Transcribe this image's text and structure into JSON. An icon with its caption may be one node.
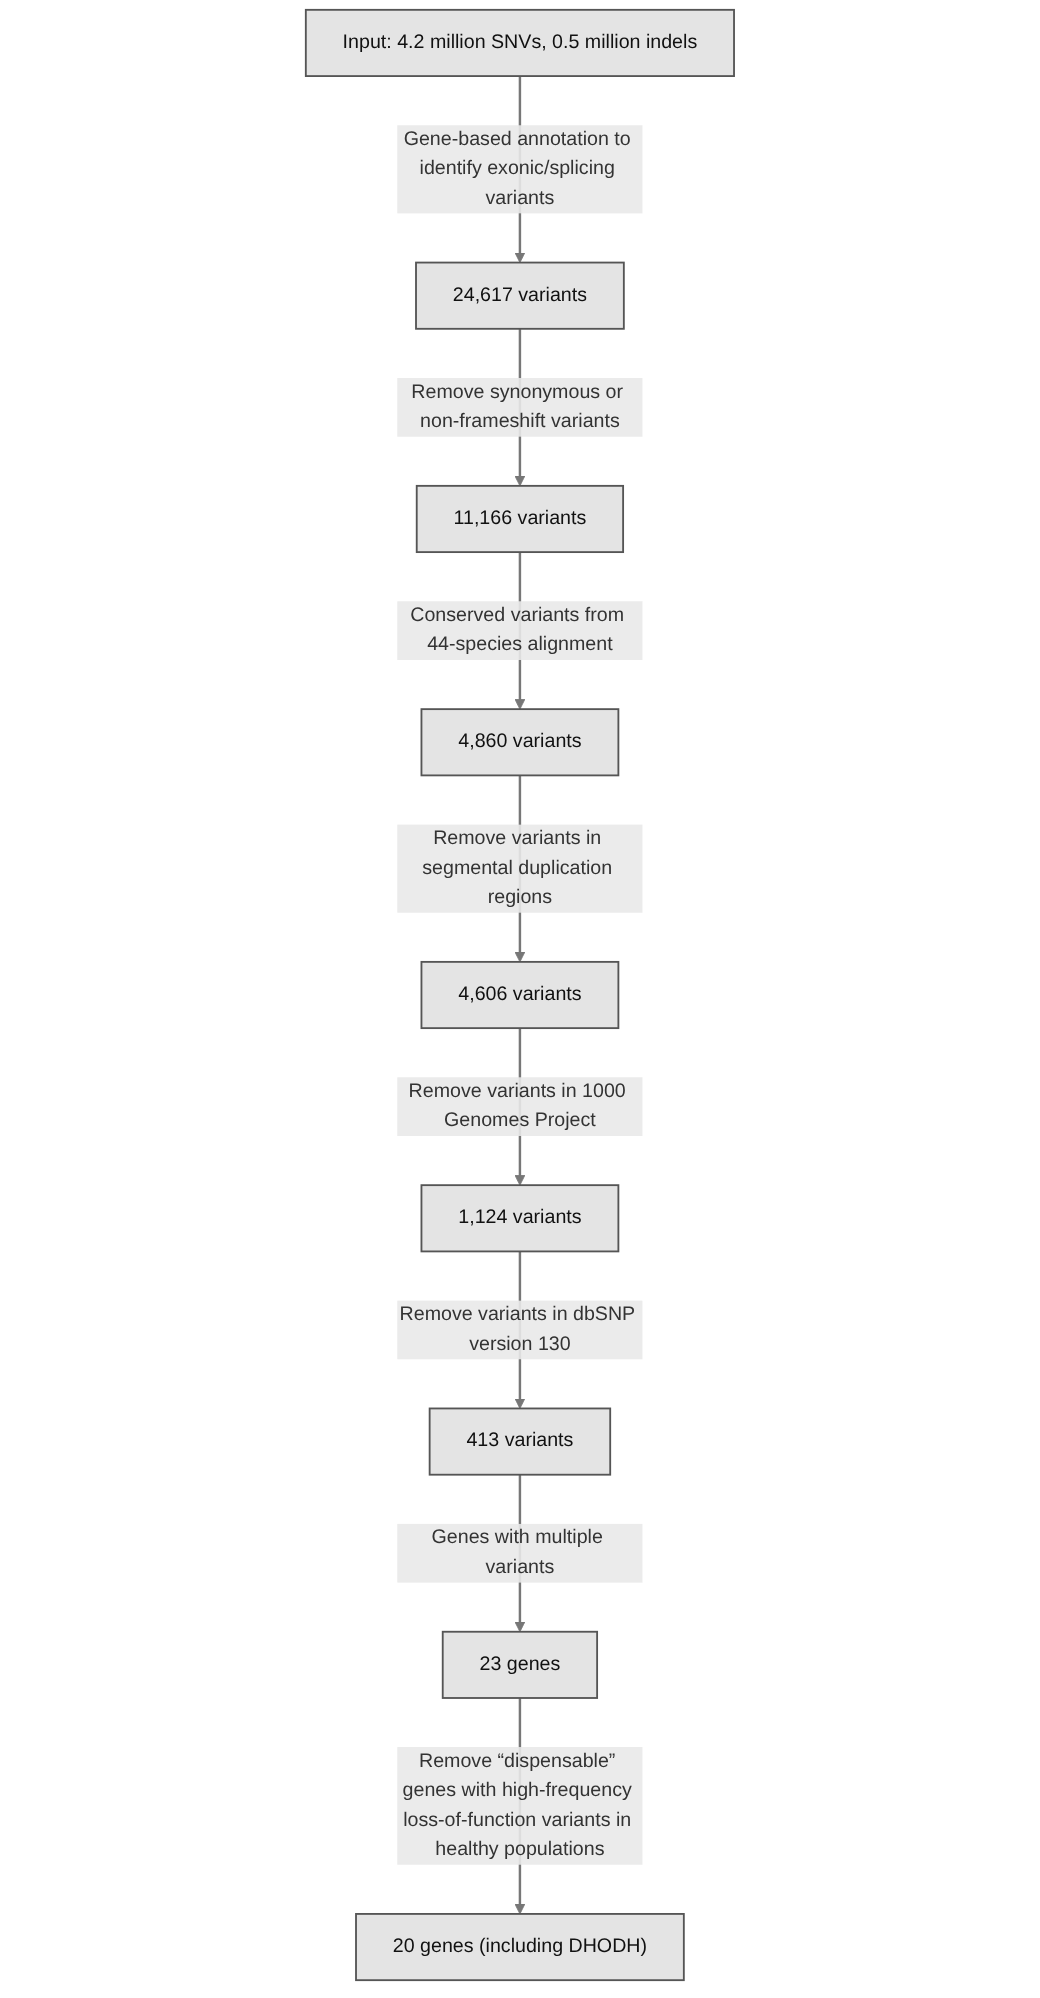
{
  "diagram": {
    "nodes": [
      {
        "text": [
          "Input: 4.2 million SNVs, 0.5 million indels"
        ]
      },
      {
        "text": [
          "24,617 variants"
        ]
      },
      {
        "text": [
          "11,166 variants"
        ]
      },
      {
        "text": [
          "4,860 variants"
        ]
      },
      {
        "text": [
          "4,606 variants"
        ]
      },
      {
        "text": [
          "1,124 variants"
        ]
      },
      {
        "text": [
          "413 variants"
        ]
      },
      {
        "text": [
          "23 genes"
        ]
      },
      {
        "text": [
          "20 genes (including DHODH)"
        ]
      }
    ],
    "edges": [
      {
        "from": 0,
        "to": 1,
        "arrow": "to",
        "label": "Gene-based annotation to identify exonic/splicing variants"
      },
      {
        "from": 1,
        "to": 2,
        "arrow": "to",
        "label": "Remove synonymous or non-frameshift variants"
      },
      {
        "from": 2,
        "to": 3,
        "arrow": "to",
        "label": "Conserved variants from 44-species alignment"
      },
      {
        "from": 3,
        "to": 4,
        "arrow": "to",
        "label": "Remove variants in segmental duplication regions"
      },
      {
        "from": 4,
        "to": 5,
        "arrow": "to",
        "label": "Remove variants in 1000 Genomes Project"
      },
      {
        "from": 5,
        "to": 6,
        "arrow": "to",
        "label": "Remove variants in dbSNP version 130"
      },
      {
        "from": 6,
        "to": 7,
        "arrow": "to",
        "label": "Genes with multiple variants"
      },
      {
        "from": 7,
        "to": 8,
        "arrow": "to",
        "label": "Remove “dispensable” genes with high-frequency loss-of-function variants in healthy populations"
      }
    ]
  }
}
